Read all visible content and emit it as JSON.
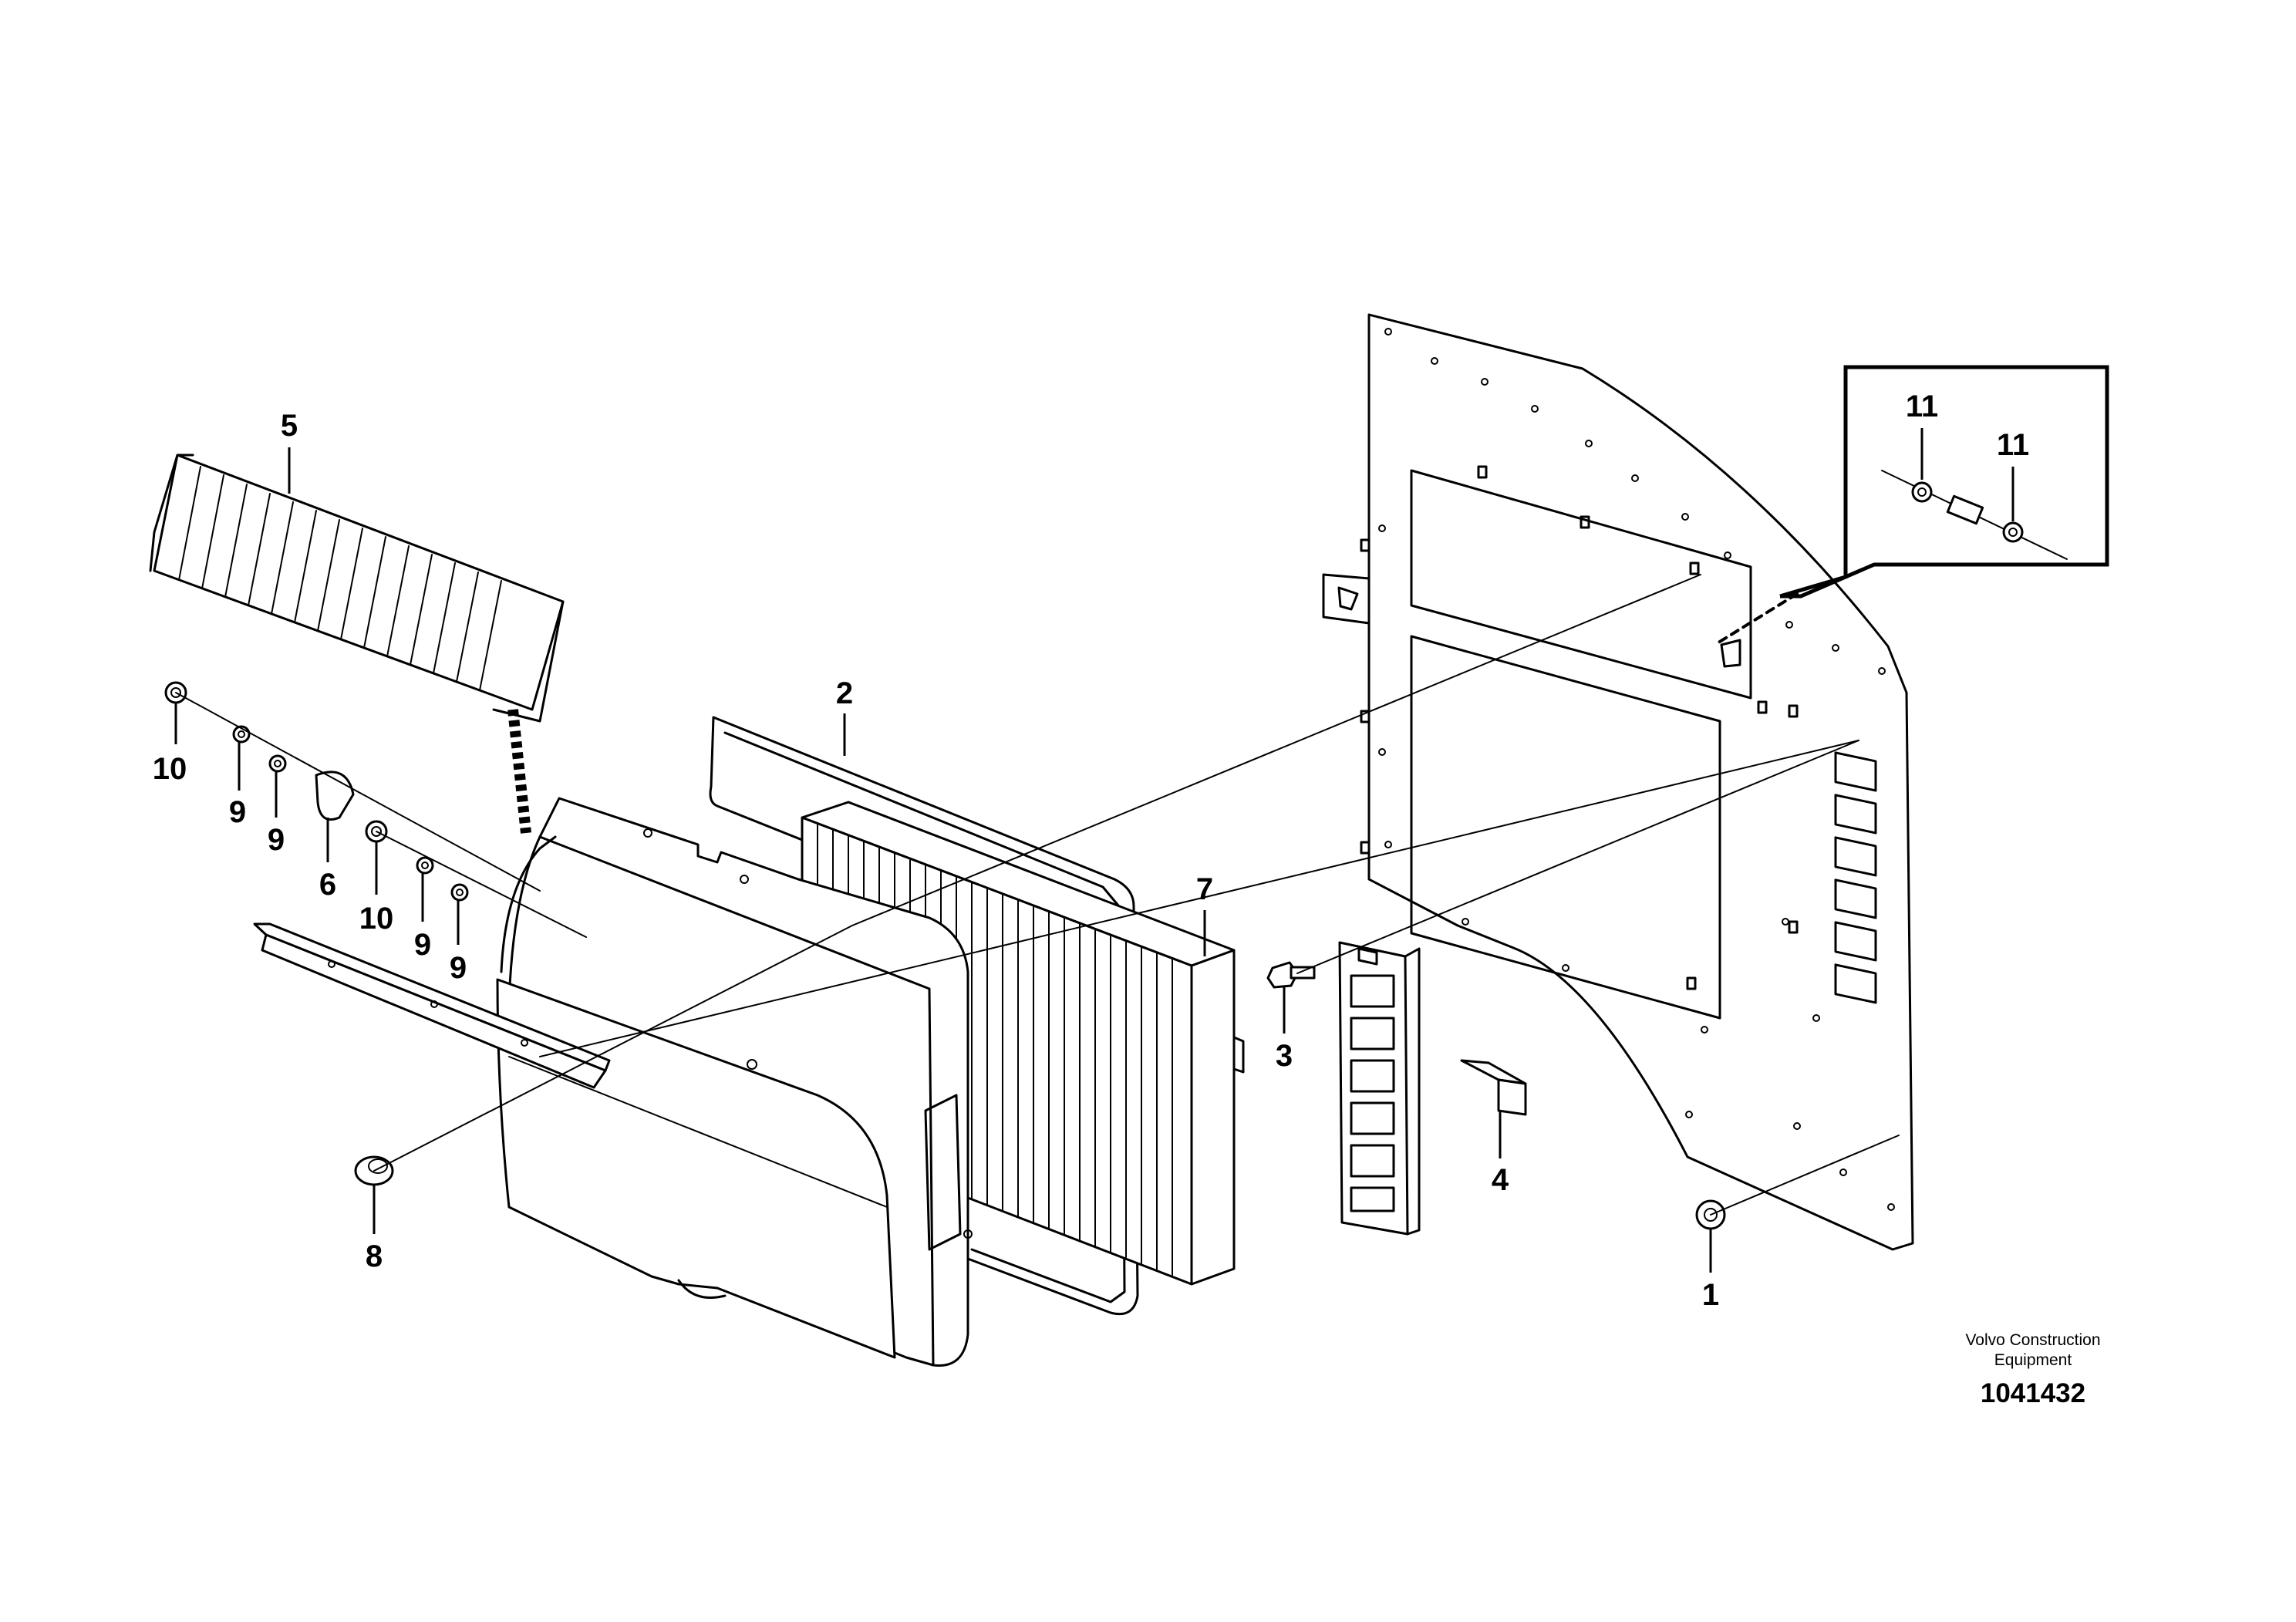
{
  "callouts": {
    "c1": "1",
    "c2": "2",
    "c3": "3",
    "c4": "4",
    "c5": "5",
    "c6": "6",
    "c7": "7",
    "c8": "8",
    "c9a": "9",
    "c9b": "9",
    "c9c": "9",
    "c9d": "9",
    "c10a": "10",
    "c10b": "10",
    "c11a": "11",
    "c11b": "11"
  },
  "footer": {
    "brand_line1": "Volvo Construction",
    "brand_line2": "Equipment",
    "document_number": "1041432"
  }
}
